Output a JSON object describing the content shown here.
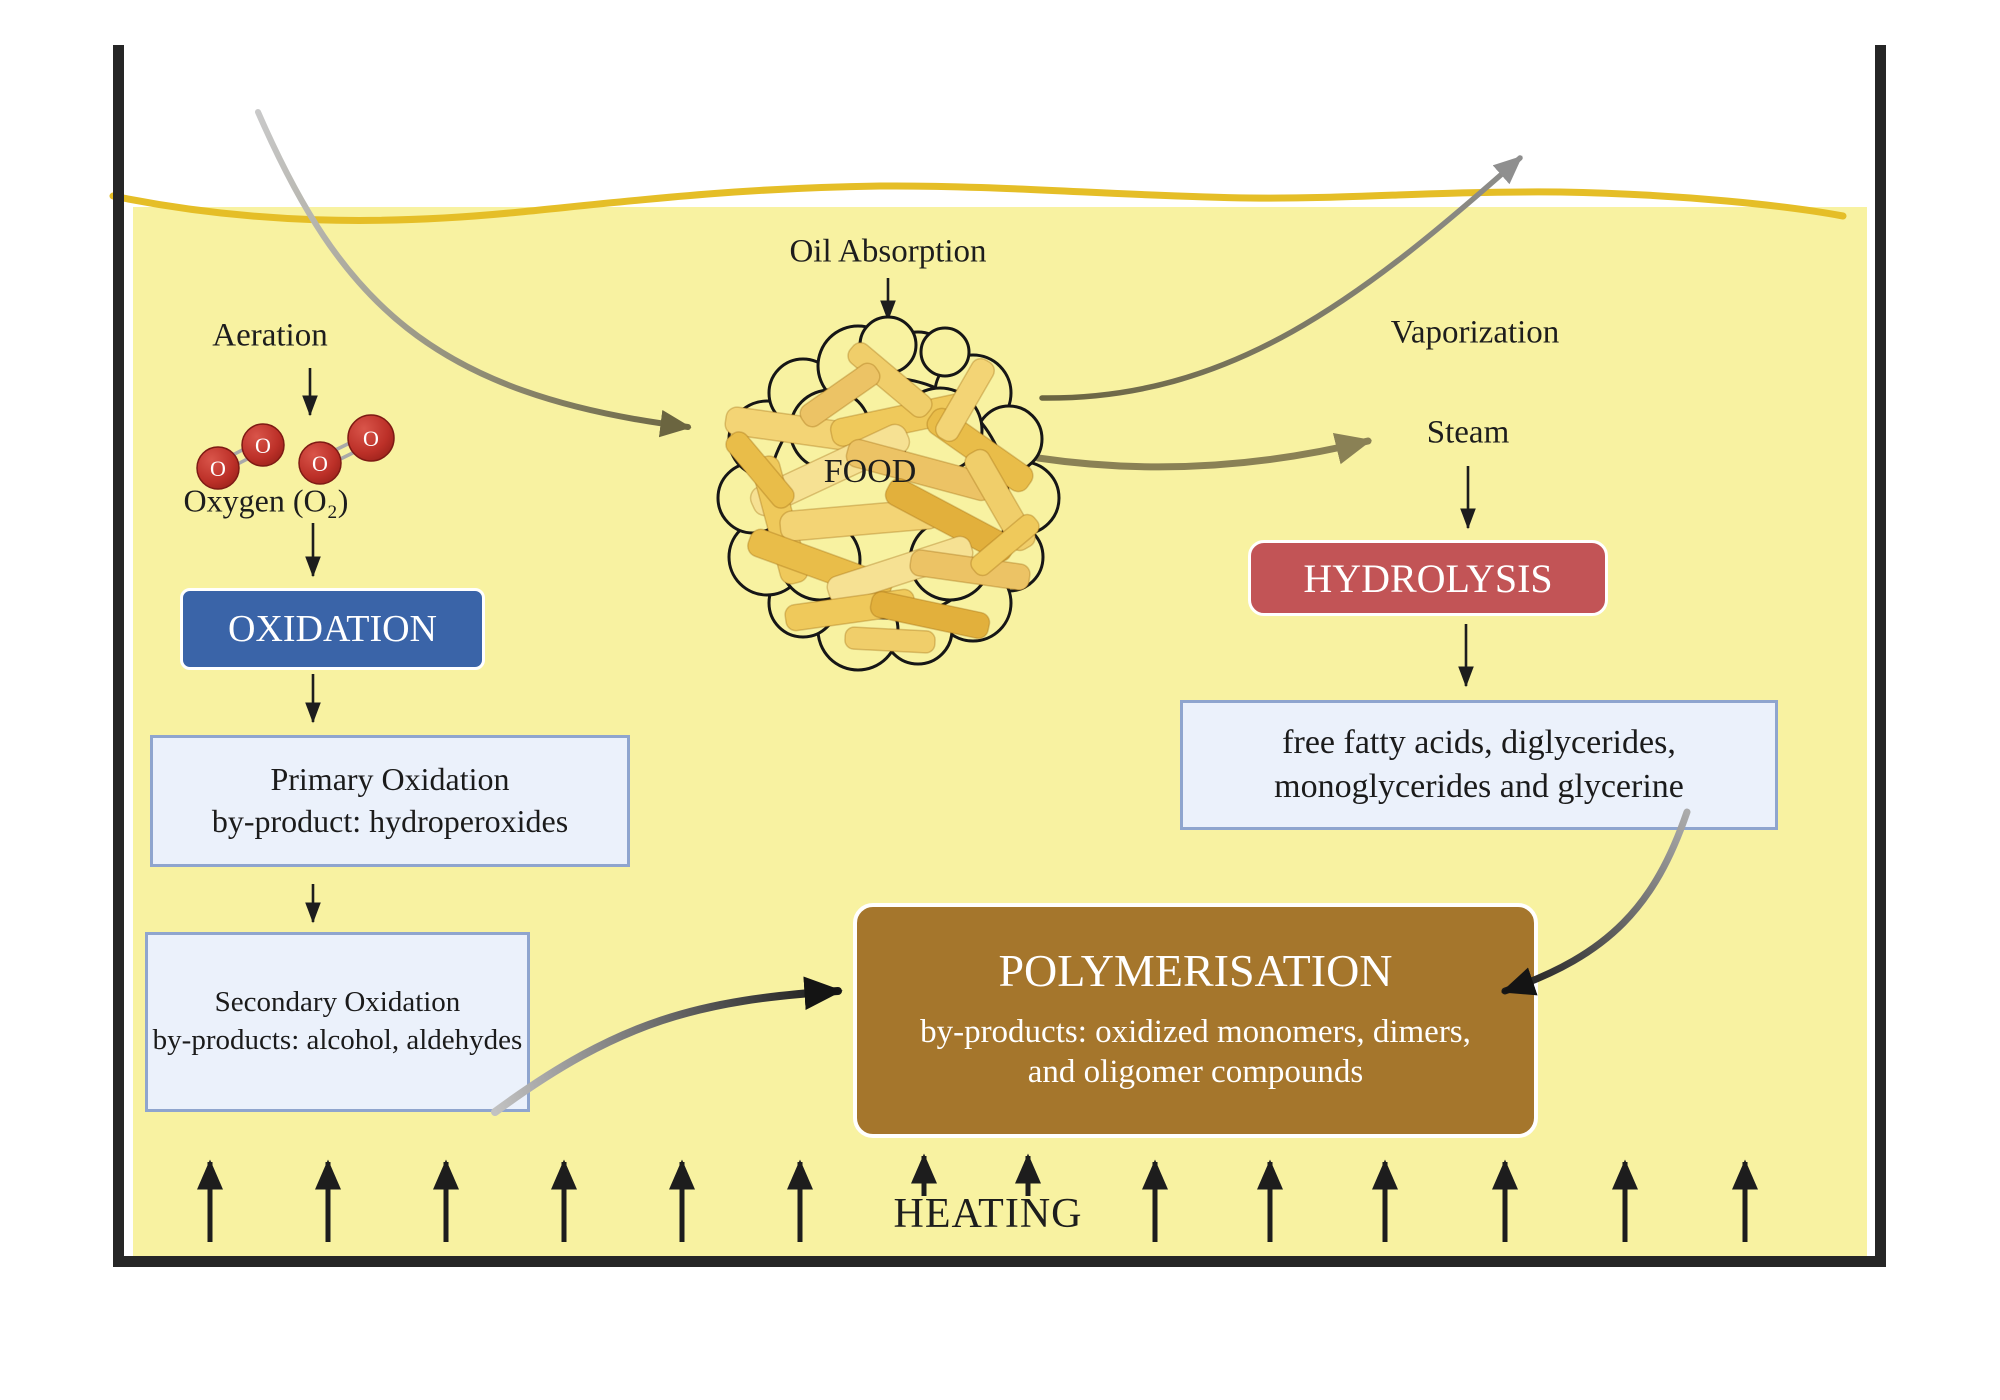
{
  "labels": {
    "aeration": "Aeration",
    "oxygen": "Oxygen (O₂)",
    "oil_absorption": "Oil Absorption",
    "food": "FOOD",
    "vaporization": "Vaporization",
    "steam": "Steam",
    "heating": "HEATING"
  },
  "boxes": {
    "oxidation": {
      "title": "OXIDATION"
    },
    "hydrolysis": {
      "title": "HYDROLYSIS"
    },
    "primary_oxidation": {
      "line1": "Primary Oxidation",
      "line2": "by-product: hydroperoxides"
    },
    "secondary_oxidation": {
      "line1": "Secondary Oxidation",
      "line2": "by-products: alcohol, aldehydes"
    },
    "hydrolysis_products": {
      "line1": "free fatty acids, diglycerides,",
      "line2": "monoglycerides and glycerine"
    },
    "polymerisation": {
      "title": "POLYMERISATION",
      "line1": "by-products: oxidized monomers, dimers,",
      "line2": "and oligomer compounds"
    }
  },
  "molecules": {
    "oxygen_atom": "O"
  },
  "colors": {
    "oil": "#F8F2A1",
    "surface_wave": "#E5BE27",
    "container": "#262626",
    "oxidation_box": "#3A64A8",
    "hydrolysis_box": "#C25456",
    "polymerisation_box": "#A5762C",
    "info_box_fill": "#EBF1FB",
    "info_box_border": "#8FA5CE",
    "arrow_black": "#1D1D1D",
    "arrow_olive": "#6B6540",
    "arrow_gray": "#8F8F8F"
  }
}
